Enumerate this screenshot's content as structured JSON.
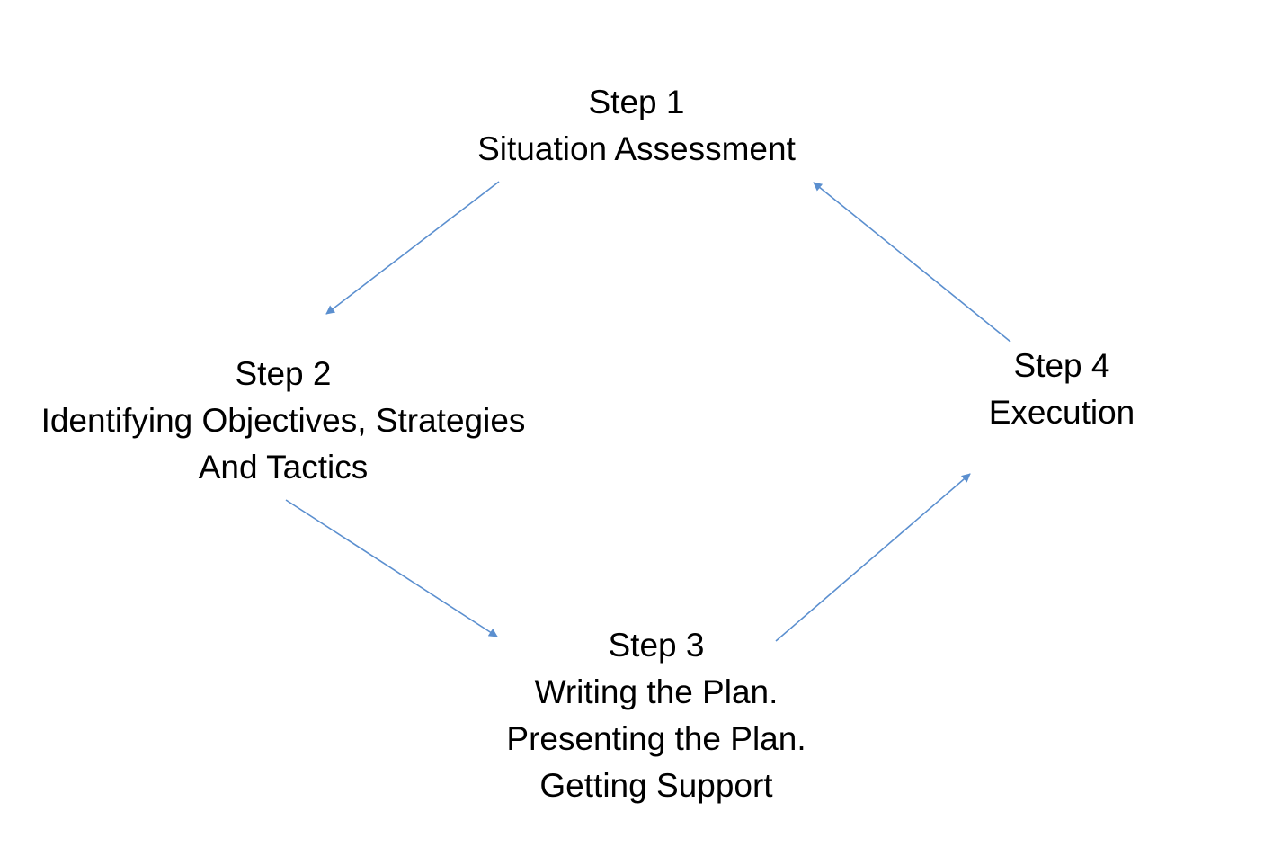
{
  "colors": {
    "arrow": "#5b8fcf",
    "text": "#000000",
    "background": "#ffffff"
  },
  "steps": [
    {
      "title": "Step 1",
      "lines": [
        "Situation Assessment"
      ]
    },
    {
      "title": "Step 2",
      "lines": [
        "Identifying Objectives, Strategies",
        "And Tactics"
      ]
    },
    {
      "title": "Step 3",
      "lines": [
        "Writing the Plan.",
        "Presenting the Plan.",
        "Getting Support"
      ]
    },
    {
      "title": "Step 4",
      "lines": [
        "Execution"
      ]
    }
  ],
  "flow": [
    {
      "from": "Step 1",
      "to": "Step 2"
    },
    {
      "from": "Step 2",
      "to": "Step 3"
    },
    {
      "from": "Step 3",
      "to": "Step 4"
    },
    {
      "from": "Step 4",
      "to": "Step 1"
    }
  ]
}
